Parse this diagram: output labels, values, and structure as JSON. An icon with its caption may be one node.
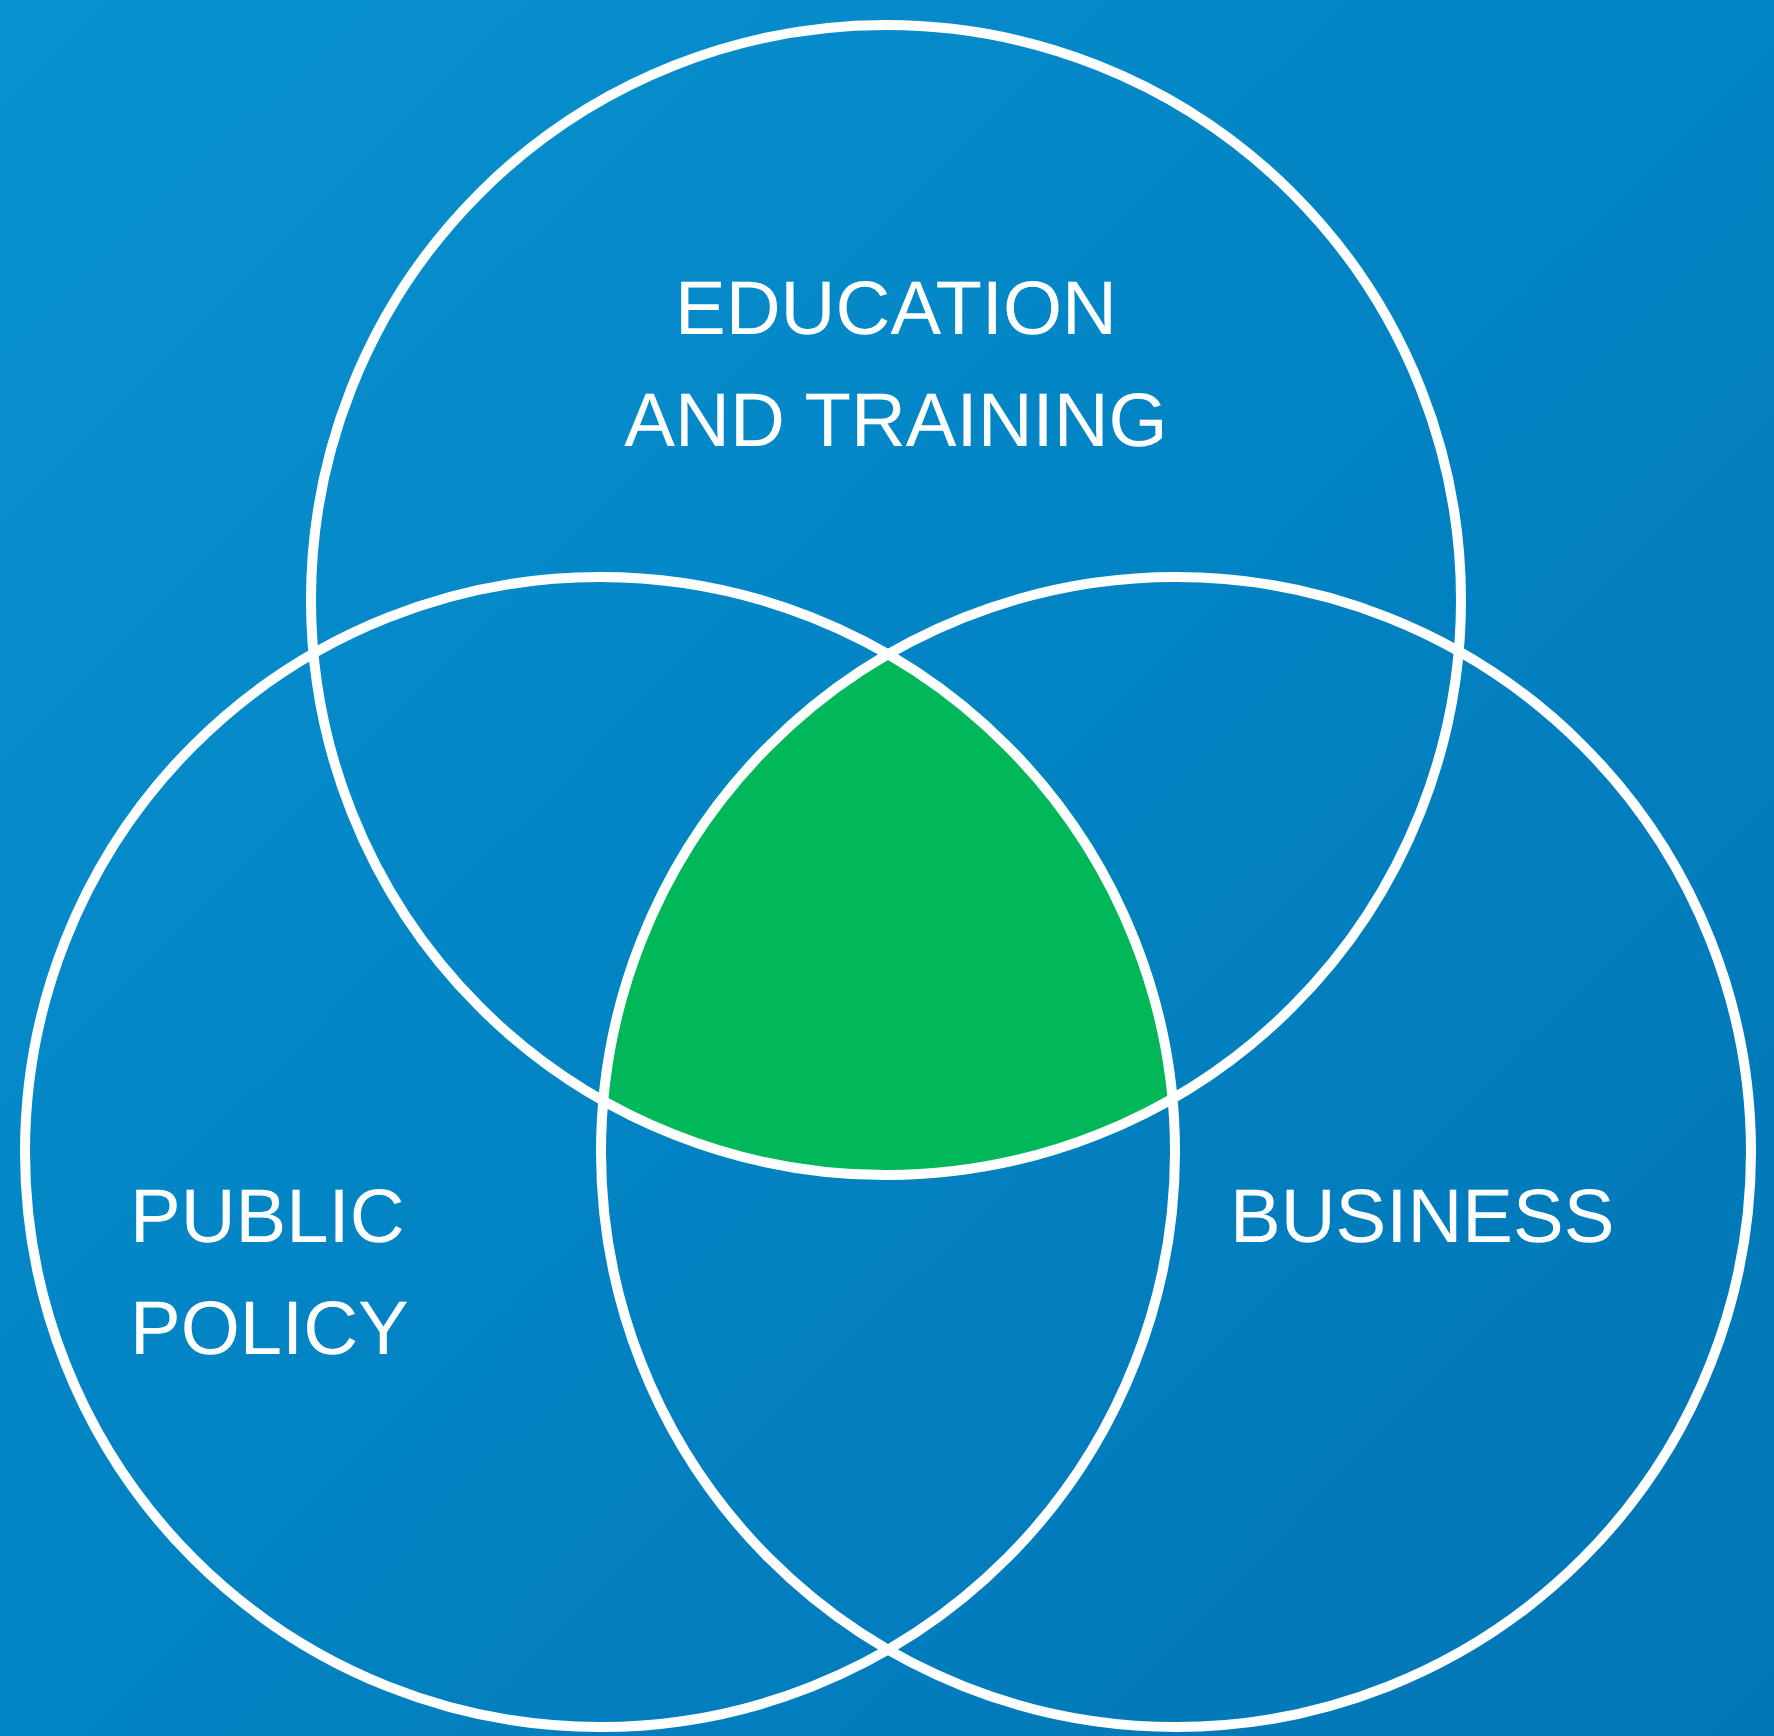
{
  "diagram": {
    "nodes": [
      {
        "text": [
          "EDUCATION AND TRAINING"
        ]
      },
      {
        "text": [
          "PUBLIC POLICY"
        ]
      },
      {
        "text": [
          "BUSINESS"
        ]
      },
      {
        "text": [],
        "shape": "triangle"
      }
    ]
  }
}
